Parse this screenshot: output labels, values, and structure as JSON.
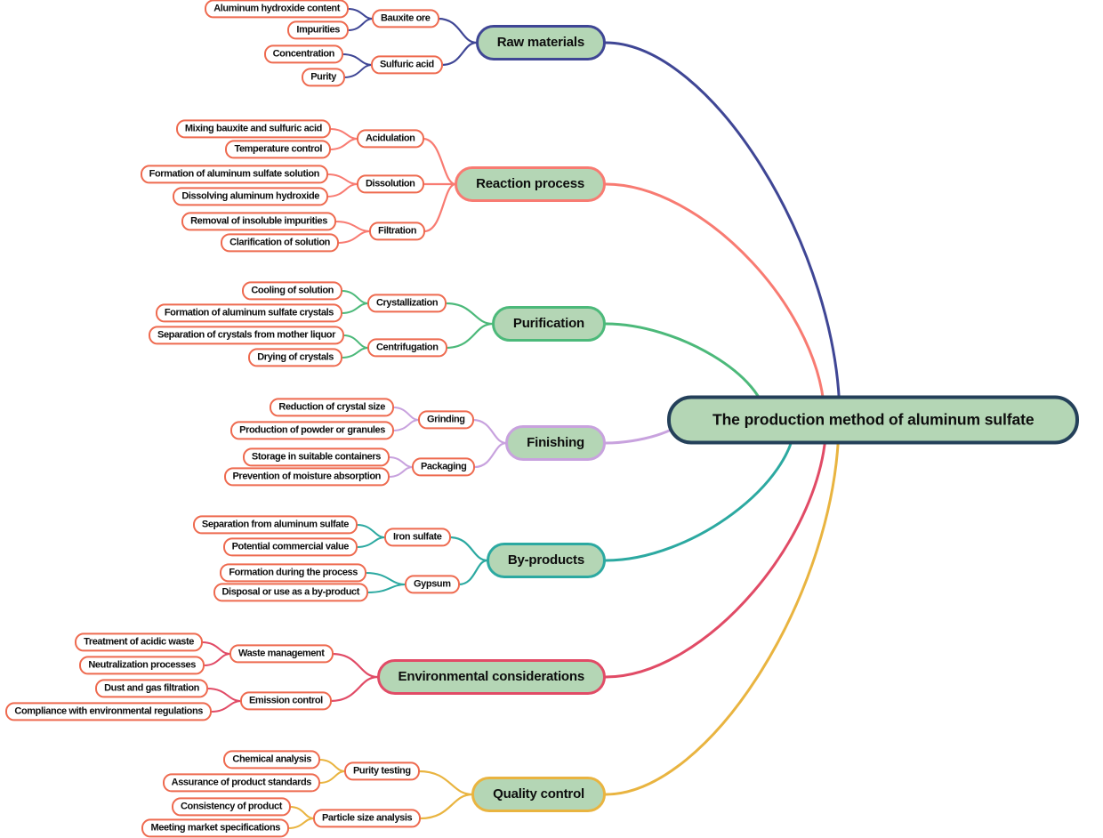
{
  "root": {
    "label": "The production method of aluminum sulfate"
  },
  "branches": [
    {
      "label": "Raw materials",
      "color": "#3f4695",
      "children": [
        {
          "label": "Bauxite ore",
          "children": [
            {
              "label": "Aluminum hydroxide content"
            },
            {
              "label": "Impurities"
            }
          ]
        },
        {
          "label": "Sulfuric acid",
          "children": [
            {
              "label": "Concentration"
            },
            {
              "label": "Purity"
            }
          ]
        }
      ]
    },
    {
      "label": "Reaction process",
      "color": "#f87b72",
      "children": [
        {
          "label": "Acidulation",
          "children": [
            {
              "label": "Mixing bauxite and sulfuric acid"
            },
            {
              "label": "Temperature control"
            }
          ]
        },
        {
          "label": "Dissolution",
          "children": [
            {
              "label": "Formation of aluminum sulfate solution"
            },
            {
              "label": "Dissolving aluminum hydroxide"
            }
          ]
        },
        {
          "label": "Filtration",
          "children": [
            {
              "label": "Removal of insoluble impurities"
            },
            {
              "label": "Clarification of solution"
            }
          ]
        }
      ]
    },
    {
      "label": "Purification",
      "color": "#4cb97a",
      "children": [
        {
          "label": "Crystallization",
          "children": [
            {
              "label": "Cooling of solution"
            },
            {
              "label": "Formation of aluminum sulfate crystals"
            }
          ]
        },
        {
          "label": "Centrifugation",
          "children": [
            {
              "label": "Separation of crystals from mother liquor"
            },
            {
              "label": "Drying of crystals"
            }
          ]
        }
      ]
    },
    {
      "label": "Finishing",
      "color": "#c8a2de",
      "children": [
        {
          "label": "Grinding",
          "children": [
            {
              "label": "Reduction of crystal size"
            },
            {
              "label": "Production of powder or granules"
            }
          ]
        },
        {
          "label": "Packaging",
          "children": [
            {
              "label": "Storage in suitable containers"
            },
            {
              "label": "Prevention of moisture absorption"
            }
          ]
        }
      ]
    },
    {
      "label": "By-products",
      "color": "#2ca9a1",
      "children": [
        {
          "label": "Iron sulfate",
          "children": [
            {
              "label": "Separation from aluminum sulfate"
            },
            {
              "label": "Potential commercial value"
            }
          ]
        },
        {
          "label": "Gypsum",
          "children": [
            {
              "label": "Formation during the process"
            },
            {
              "label": "Disposal or use as a by-product"
            }
          ]
        }
      ]
    },
    {
      "label": "Environmental considerations",
      "color": "#e14b66",
      "children": [
        {
          "label": "Waste management",
          "children": [
            {
              "label": "Treatment of acidic waste"
            },
            {
              "label": "Neutralization processes"
            }
          ]
        },
        {
          "label": "Emission control",
          "children": [
            {
              "label": "Dust and gas filtration"
            },
            {
              "label": "Compliance with environmental regulations"
            }
          ]
        }
      ]
    },
    {
      "label": "Quality control",
      "color": "#e9b440",
      "children": [
        {
          "label": "Purity testing",
          "children": [
            {
              "label": "Chemical analysis"
            },
            {
              "label": "Assurance of product standards"
            }
          ]
        },
        {
          "label": "Particle size analysis",
          "children": [
            {
              "label": "Consistency of product"
            },
            {
              "label": "Meeting market specifications"
            }
          ]
        }
      ]
    }
  ],
  "styles": {
    "node_fill": "#b4d6b5",
    "leaf_border": "#ee6a4f",
    "root_border": "#24405a",
    "text_color": "#0d0d0d",
    "background": "#ffffff"
  }
}
